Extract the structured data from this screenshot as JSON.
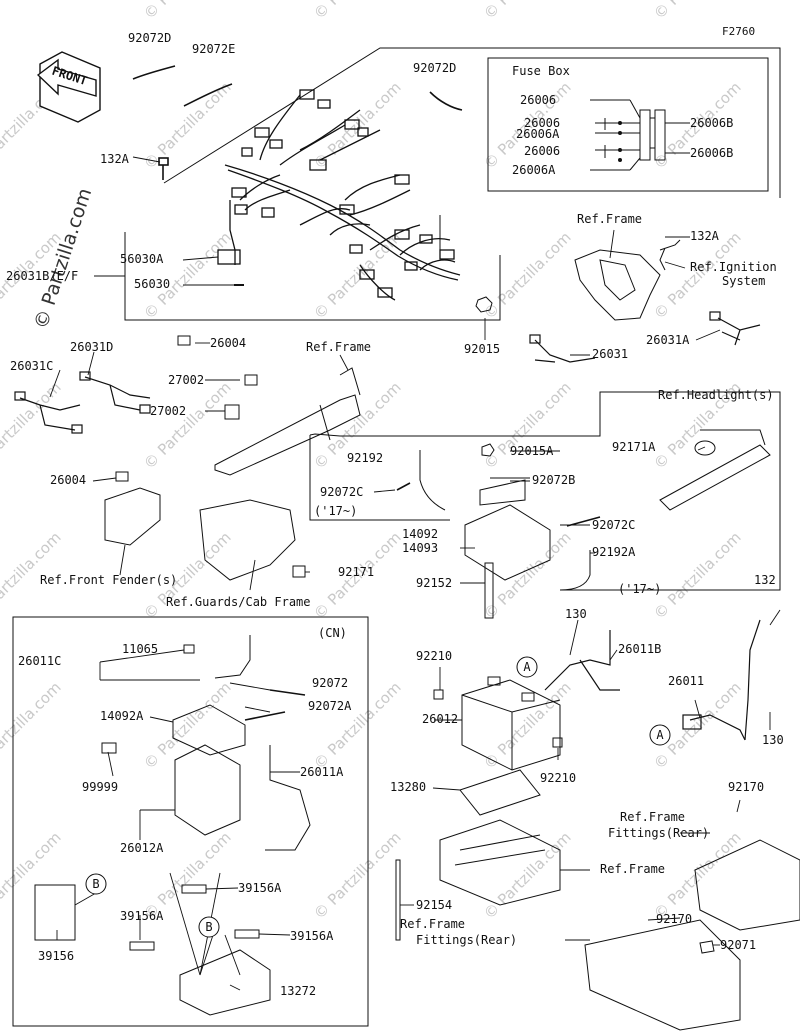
{
  "diagram_id": "F2760",
  "front_label": "FRONT",
  "watermark": "© Partzilla.com",
  "fuse_box": {
    "title": "Fuse Box",
    "labels": [
      "26006",
      "26006",
      "26006A",
      "26006",
      "26006A",
      "26006B",
      "26006B"
    ]
  },
  "cn_box_label": "(CN)",
  "callouts": [
    "A",
    "A",
    "B",
    "B"
  ],
  "parts": [
    {
      "text": "92072D"
    },
    {
      "text": "92072E"
    },
    {
      "text": "92072D"
    },
    {
      "text": "132A"
    },
    {
      "text": "56030A"
    },
    {
      "text": "56030"
    },
    {
      "text": "26031B/E/F"
    },
    {
      "text": "Ref.Frame"
    },
    {
      "text": "132A"
    },
    {
      "text": "Ref.Ignition"
    },
    {
      "text": "System"
    },
    {
      "text": "26031A"
    },
    {
      "text": "26004"
    },
    {
      "text": "92015"
    },
    {
      "text": "26031"
    },
    {
      "text": "26031D"
    },
    {
      "text": "26031C"
    },
    {
      "text": "Ref.Frame"
    },
    {
      "text": "27002"
    },
    {
      "text": "27002"
    },
    {
      "text": "Ref.Headlight(s)"
    },
    {
      "text": "92171A"
    },
    {
      "text": "92192"
    },
    {
      "text": "92015A"
    },
    {
      "text": "92072B"
    },
    {
      "text": "92072C"
    },
    {
      "text": "('17~)"
    },
    {
      "text": "92072C"
    },
    {
      "text": "14092"
    },
    {
      "text": "14093"
    },
    {
      "text": "92192A"
    },
    {
      "text": "('17~)"
    },
    {
      "text": "92152"
    },
    {
      "text": "26004"
    },
    {
      "text": "Ref.Front Fender(s)"
    },
    {
      "text": "92171"
    },
    {
      "text": "Ref.Guards/Cab Frame"
    },
    {
      "text": "132"
    },
    {
      "text": "130"
    },
    {
      "text": "26011B"
    },
    {
      "text": "92210"
    },
    {
      "text": "26011"
    },
    {
      "text": "26012"
    },
    {
      "text": "130"
    },
    {
      "text": "92210"
    },
    {
      "text": "13280"
    },
    {
      "text": "Ref.Frame"
    },
    {
      "text": "Fittings(Rear)"
    },
    {
      "text": "92170"
    },
    {
      "text": "Ref.Frame"
    },
    {
      "text": "92154"
    },
    {
      "text": "Ref.Frame"
    },
    {
      "text": "Fittings(Rear)"
    },
    {
      "text": "92170"
    },
    {
      "text": "92071"
    },
    {
      "text": "26011C"
    },
    {
      "text": "11065"
    },
    {
      "text": "92072"
    },
    {
      "text": "92072A"
    },
    {
      "text": "14092A"
    },
    {
      "text": "26011A"
    },
    {
      "text": "99999"
    },
    {
      "text": "26012A"
    },
    {
      "text": "39156A"
    },
    {
      "text": "39156A"
    },
    {
      "text": "39156A"
    },
    {
      "text": "39156"
    },
    {
      "text": "13272"
    }
  ]
}
